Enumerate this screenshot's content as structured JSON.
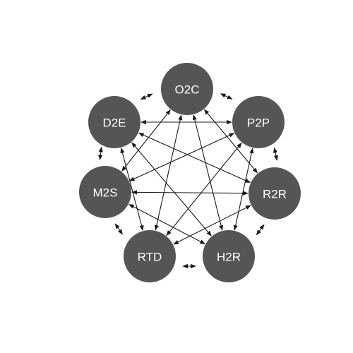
{
  "nodes": [
    {
      "id": "o2c",
      "label": "O2C"
    },
    {
      "id": "p2p",
      "label": "P2P"
    },
    {
      "id": "r2r",
      "label": "R2R"
    },
    {
      "id": "h2r",
      "label": "H2R"
    },
    {
      "id": "rtd",
      "label": "RTD"
    },
    {
      "id": "m2s",
      "label": "M2S"
    },
    {
      "id": "d2e",
      "label": "D2E"
    }
  ],
  "edges": [
    {
      "from": "d2e",
      "to": "p2p"
    },
    {
      "from": "d2e",
      "to": "r2r"
    },
    {
      "from": "d2e",
      "to": "h2r"
    },
    {
      "from": "d2e",
      "to": "rtd"
    },
    {
      "from": "o2c",
      "to": "m2s"
    },
    {
      "from": "o2c",
      "to": "rtd"
    },
    {
      "from": "o2c",
      "to": "h2r"
    },
    {
      "from": "o2c",
      "to": "r2r"
    },
    {
      "from": "p2p",
      "to": "m2s"
    },
    {
      "from": "p2p",
      "to": "rtd"
    },
    {
      "from": "p2p",
      "to": "h2r"
    },
    {
      "from": "m2s",
      "to": "r2r"
    },
    {
      "from": "m2s",
      "to": "h2r"
    },
    {
      "from": "r2r",
      "to": "rtd"
    }
  ],
  "neighbor_links": [
    {
      "from": "d2e",
      "to": "o2c"
    },
    {
      "from": "o2c",
      "to": "p2p"
    },
    {
      "from": "p2p",
      "to": "r2r"
    },
    {
      "from": "r2r",
      "to": "h2r"
    },
    {
      "from": "h2r",
      "to": "rtd"
    },
    {
      "from": "rtd",
      "to": "m2s"
    },
    {
      "from": "m2s",
      "to": "d2e"
    }
  ]
}
